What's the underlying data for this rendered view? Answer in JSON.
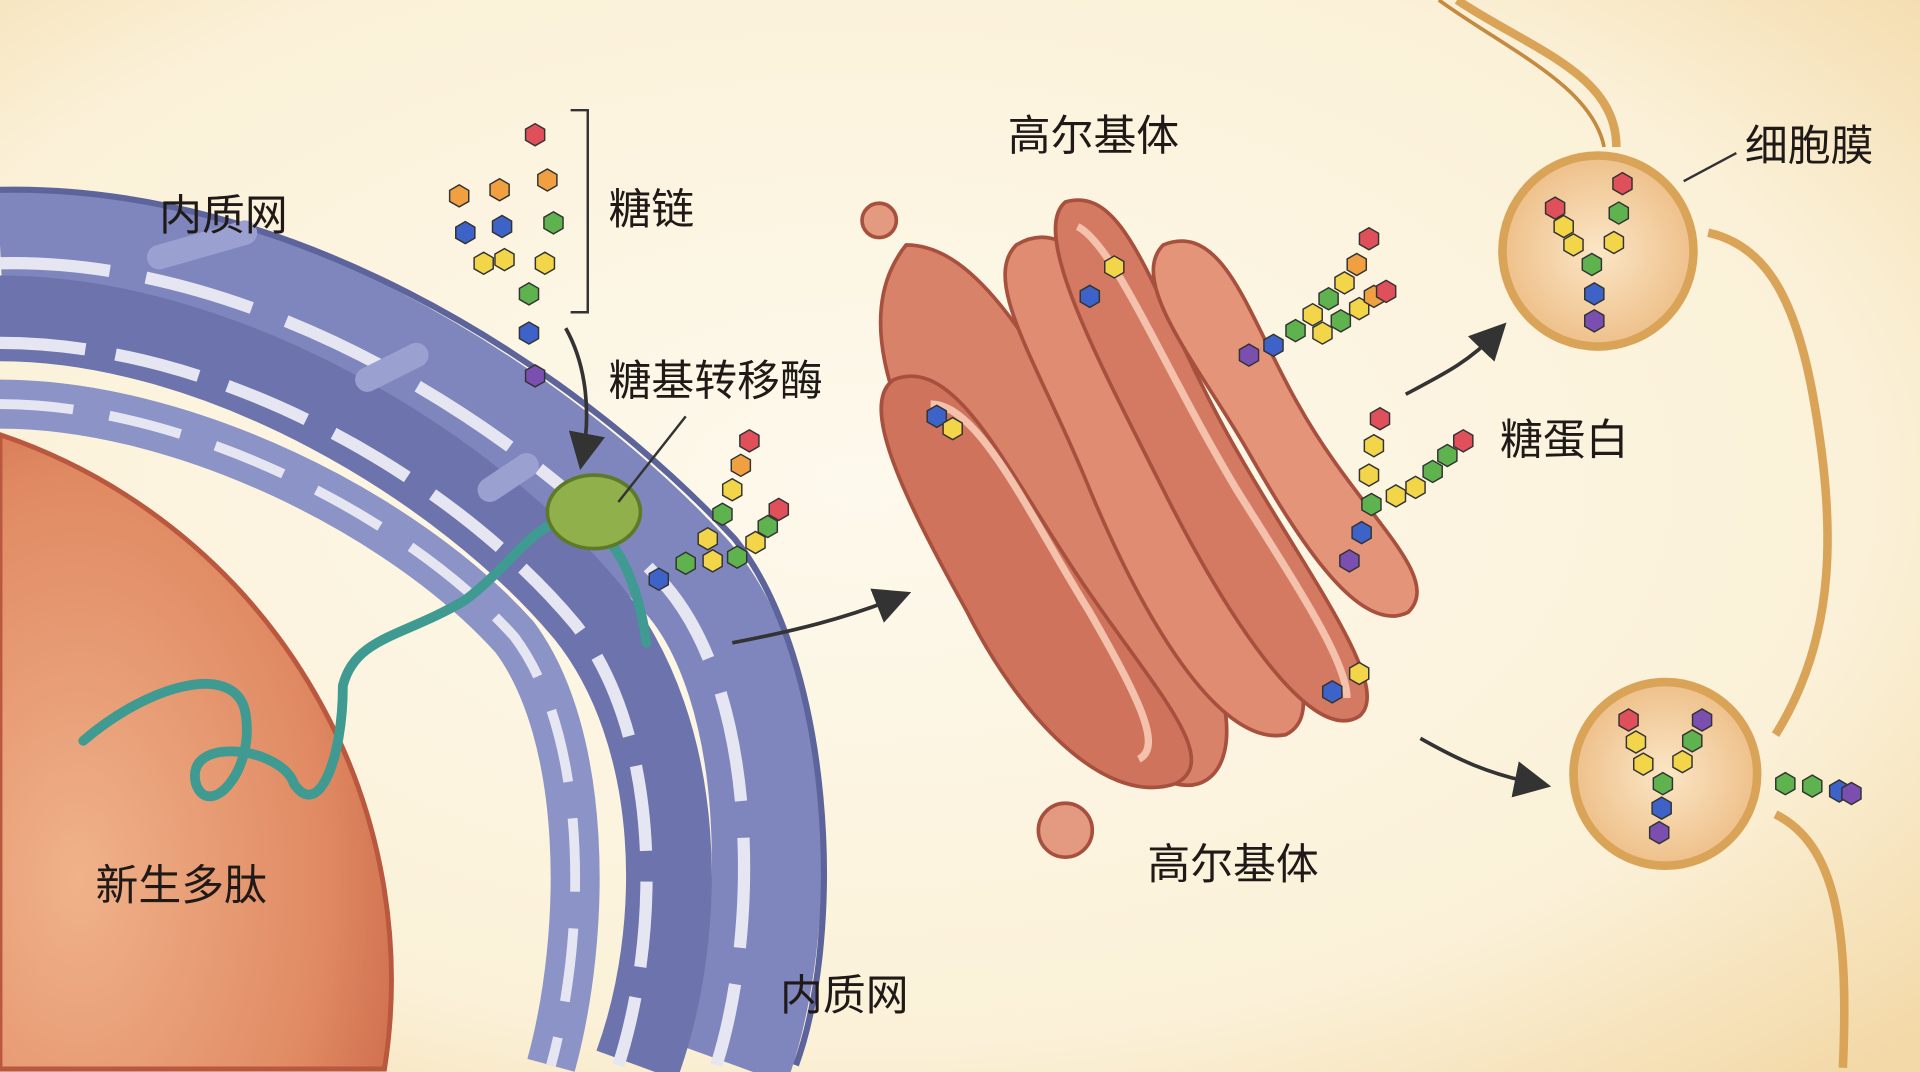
{
  "labels": {
    "er_top": "内质网",
    "sugar_chain": "糖链",
    "glycosyltransferase": "糖基转移酶",
    "golgi_top": "高尔基体",
    "cell_membrane": "细胞膜",
    "glycoprotein": "糖蛋白",
    "nascent_polypeptide": "新生多肽",
    "golgi_bottom": "高尔基体",
    "er_bottom": "内质网"
  },
  "colors": {
    "background": "#fbf5e4",
    "nucleus": "#e08a63",
    "er": "#8087bd",
    "golgi": "#d9826a",
    "membrane": "#e2b062",
    "enzyme": "#8fb04a",
    "polypeptide": "#3f9a92",
    "sugar": {
      "r": "#e0505a",
      "o": "#f0a040",
      "y": "#f3d54a",
      "g": "#5fb34f",
      "b": "#3d63c8",
      "p": "#7a4fb0"
    }
  }
}
